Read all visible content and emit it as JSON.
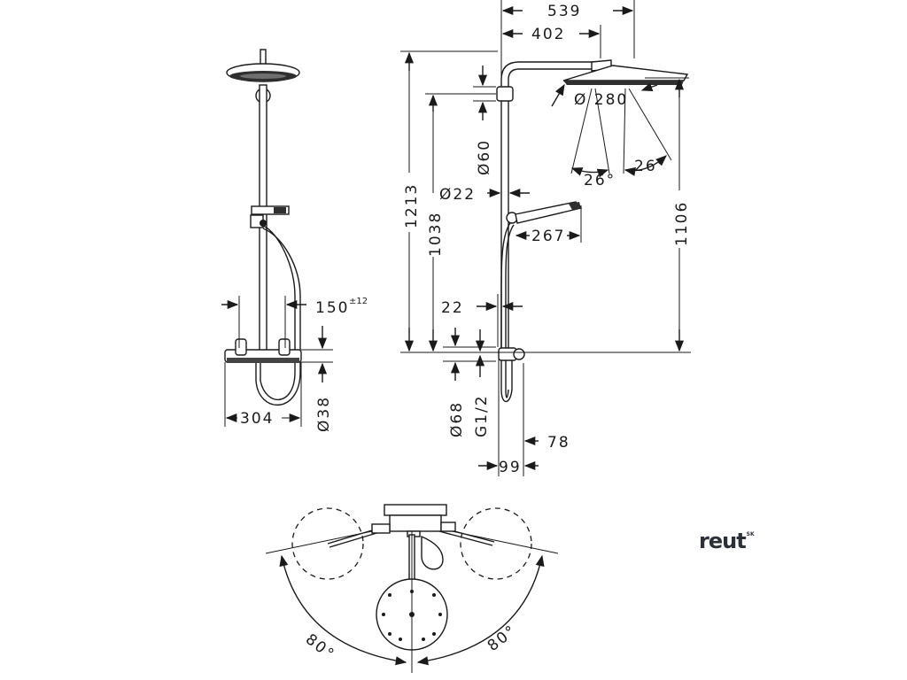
{
  "brand": {
    "name": "reut",
    "suffix": "SK"
  },
  "front_view": {
    "dims": {
      "d_150": "150",
      "d_150_tol": "±12",
      "d_38": "Ø38",
      "d_304": "304"
    }
  },
  "side_view": {
    "dims": {
      "d_539": "539",
      "d_402": "402",
      "d_280": "Ø 280",
      "d_60": "Ø60",
      "d_1213": "1213",
      "d_1038": "1038",
      "d_1106": "1106",
      "d_22a": "Ø22",
      "d_26a": "26°",
      "d_26b": "26°",
      "d_267": "267",
      "d_22b": "22",
      "d_68": "Ø68",
      "d_g12": "G1/2",
      "d_78": "78",
      "d_99": "99"
    }
  },
  "top_view": {
    "dims": {
      "angle_left": "80°",
      "angle_right": "80°"
    }
  }
}
